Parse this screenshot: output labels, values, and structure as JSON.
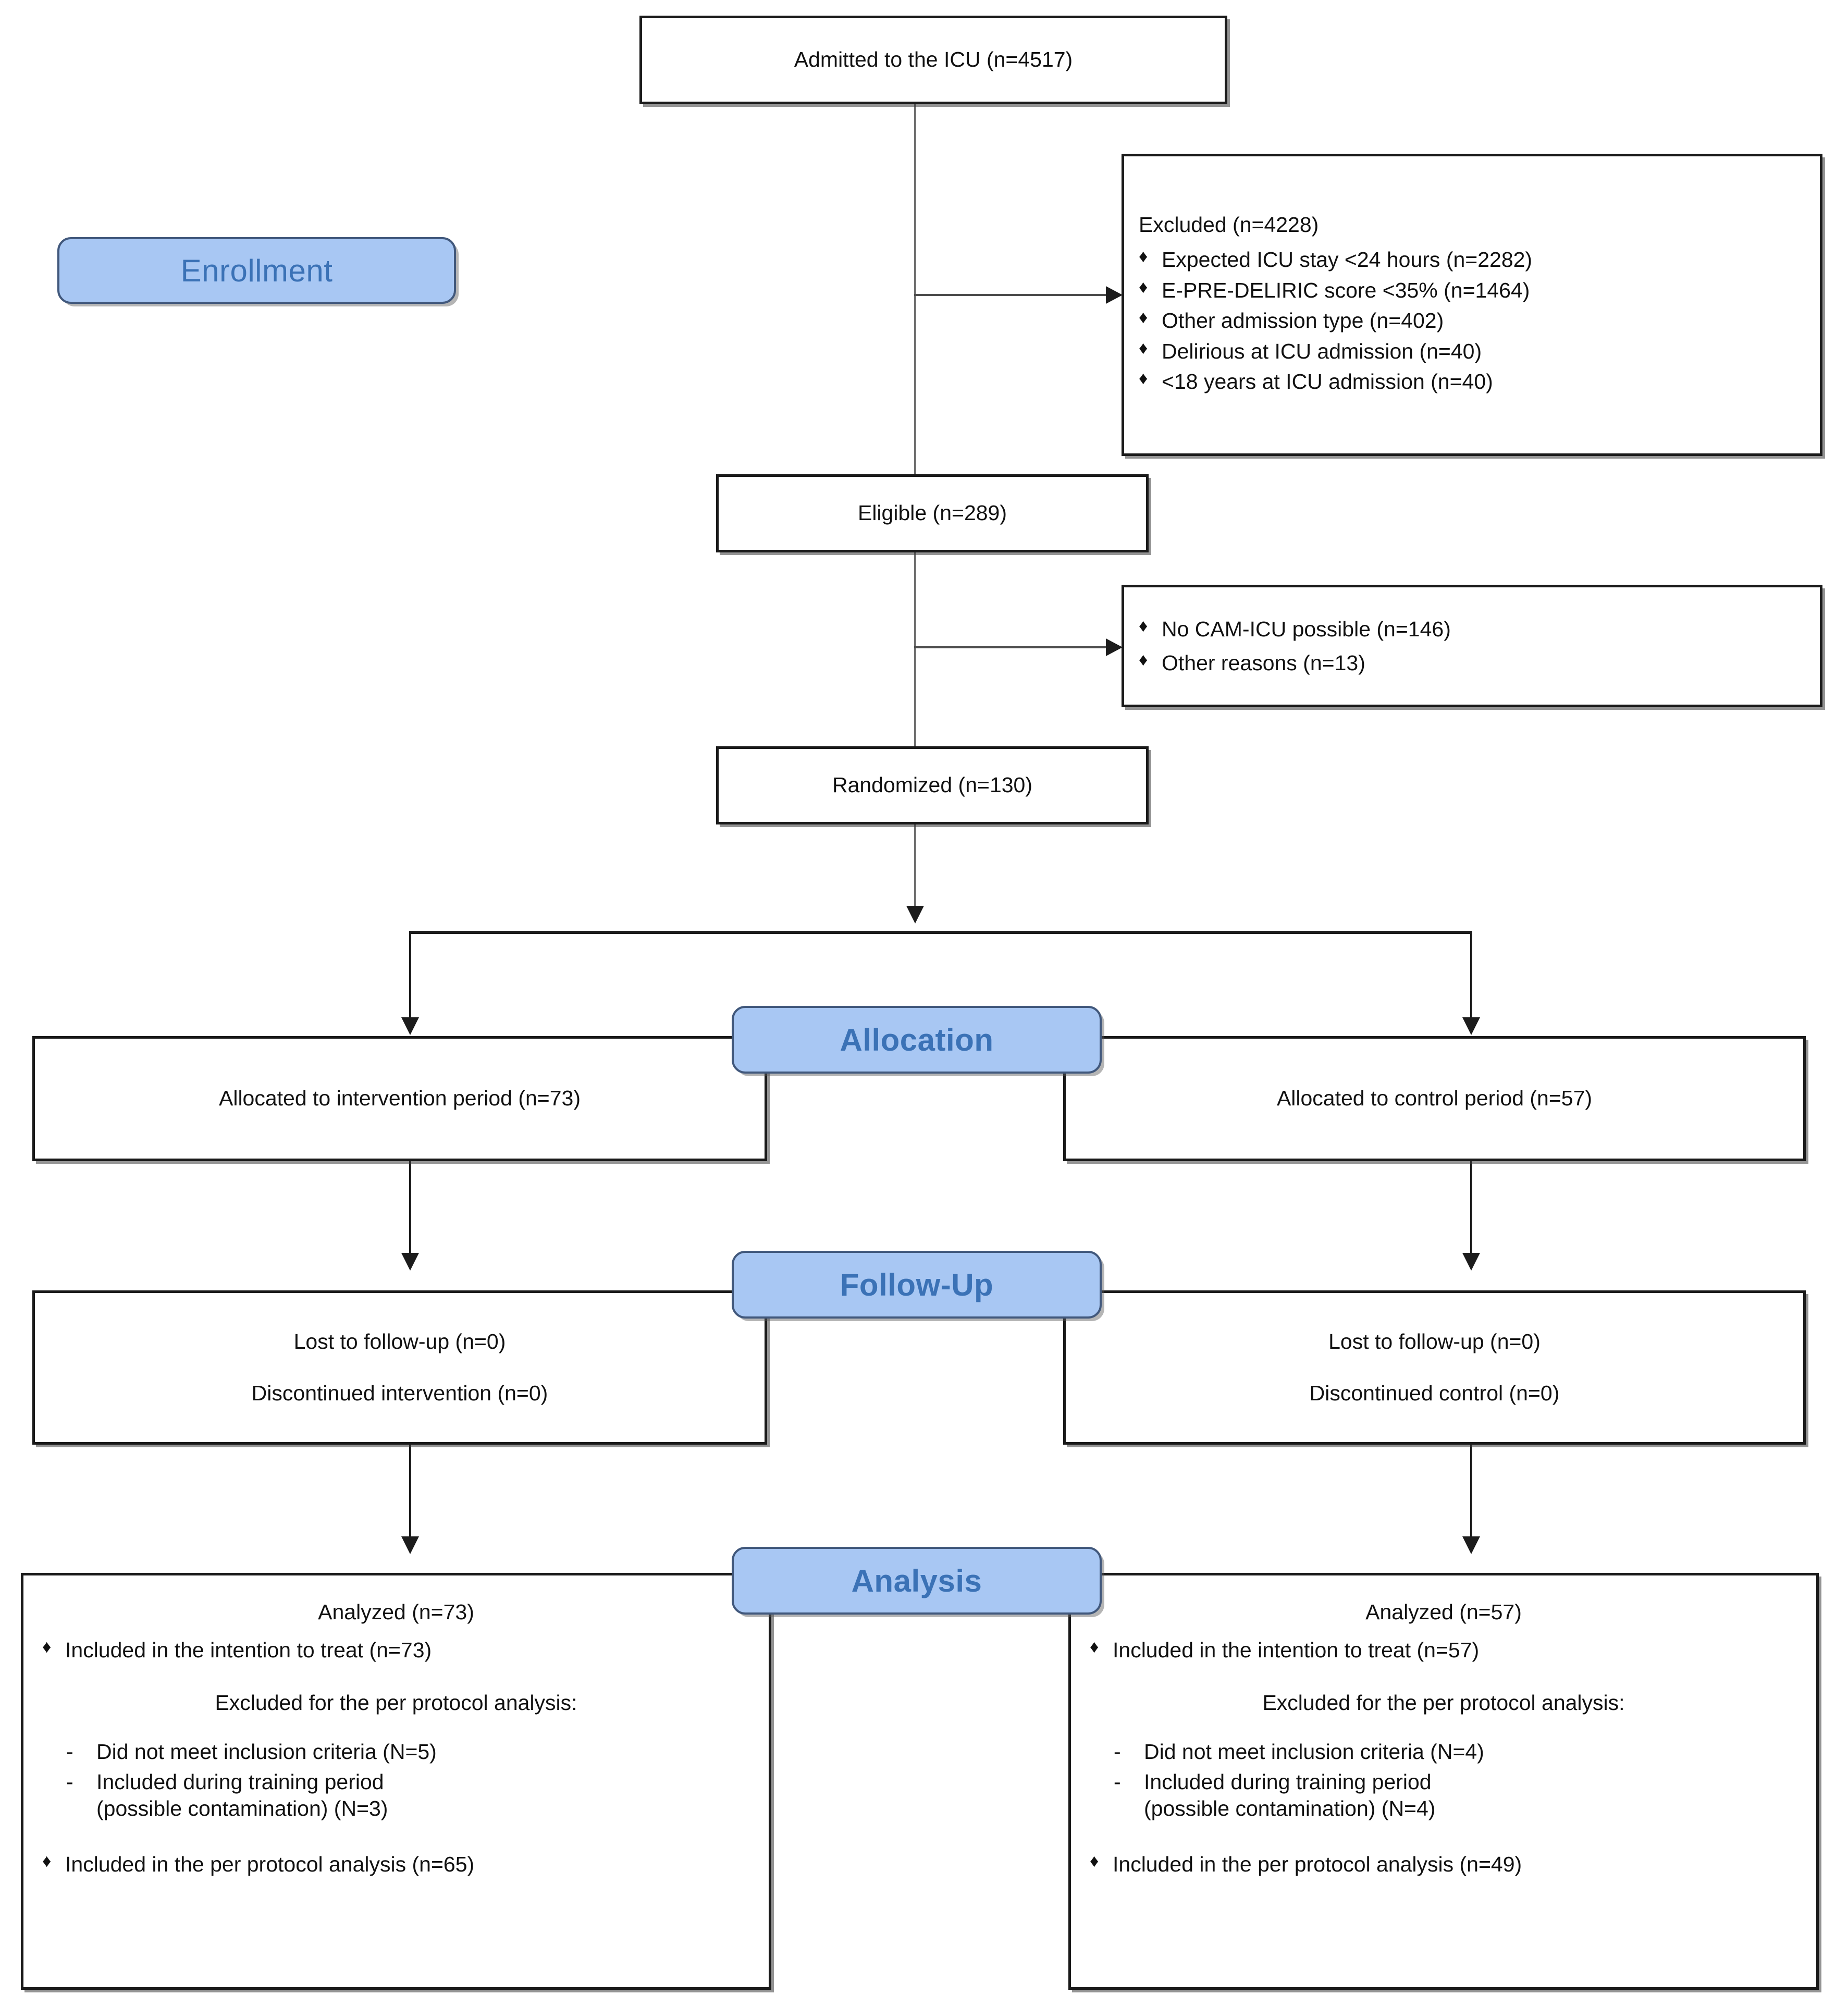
{
  "diagram": {
    "title": "CONSORT participant flow diagram",
    "accent_blue": "#a8c7f3",
    "accent_blue_text": "#3b72b6",
    "line_color": "#1c1c1c"
  },
  "stages": {
    "enrollment": "Enrollment",
    "allocation": "Allocation",
    "followup": "Follow-Up",
    "analysis": "Analysis"
  },
  "nodes": {
    "admitted": "Admitted to the ICU (n=4517)",
    "eligible": "Eligible (n=289)",
    "randomized": "Randomized (n=130)"
  },
  "excluded": {
    "heading": "Excluded (n=4228)",
    "items": [
      "Expected ICU stay <24 hours (n=2282)",
      "E-PRE-DELIRIC score <35% (n=1464)",
      "Other admission type (n=402)",
      "Delirious at ICU admission (n=40)",
      "<18 years at ICU admission (n=40)"
    ]
  },
  "not_randomized": {
    "items": [
      "No CAM-ICU possible (n=146)",
      "Other reasons (n=13)"
    ]
  },
  "allocation": {
    "left": "Allocated to intervention period (n=73)",
    "right": "Allocated to control period (n=57)"
  },
  "followup": {
    "left": {
      "line1": "Lost to follow-up (n=0)",
      "line2": "Discontinued intervention (n=0)"
    },
    "right": {
      "line1": "Lost to follow-up (n=0)",
      "line2": "Discontinued control (n=0)"
    }
  },
  "analysis": {
    "left": {
      "analyzed": "Analyzed (n=73)",
      "itt": "Included in the intention to treat (n=73)",
      "excluded_heading": "Excluded for the per protocol analysis:",
      "excluded_items": [
        " Did not meet inclusion criteria (N=5)",
        "Included during training period\n(possible contamination) (N=3)"
      ],
      "pp": "Included in the per protocol analysis (n=65)"
    },
    "right": {
      "analyzed": "Analyzed (n=57)",
      "itt": "Included in the intention to treat (n=57)",
      "excluded_heading": "Excluded for the per protocol analysis:",
      "excluded_items": [
        " Did not meet inclusion criteria (N=4)",
        "Included during training period\n(possible contamination) (N=4)"
      ],
      "pp": "Included in the per protocol analysis (n=49)"
    }
  }
}
